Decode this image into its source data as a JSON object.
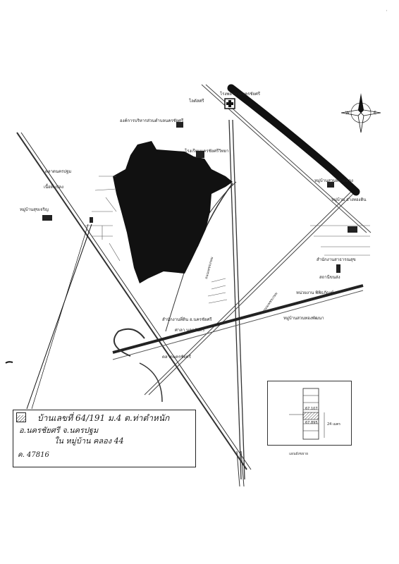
{
  "map": {
    "landmark_labels": [
      "โรงพยาบาลนครชัยศรี",
      "โลตัสศรี",
      "องค์การบริหารส่วนตำบลนครชัยศรี",
      "โรงเรียนนครชัยศรีวิทยา",
      "ตลาดนครปฐม",
      "เนื้อที่แปลง",
      "หมู่บ้านสุขเจริญ",
      "หมู่บ้านสวนทรายทอง",
      "หมู่บ้าน อ่างทองดิน",
      "สำนักงานสาธารณสุข",
      "สถานีขนส่ง",
      "สำนักงานที่ดิน อ.นครชัยศรี",
      "ศาลา นครชัยศรี",
      "หมู่บ้านสวนทองพัฒนา",
      "หน่วยงาน พิพิธภัณฑ์",
      "ตลาดนครชัยศรี",
      "ถนนเพชรเกษม",
      "ถนนเพชรเกษม"
    ],
    "compass": {
      "north": "N",
      "east": "E",
      "west": "W",
      "icon": "compass-rose-icon"
    },
    "hospital_icon": "hospital-cross-icon"
  },
  "legend": {
    "line1": "บ้านเลขที่ 64/191 ม.4 ต.ท่าตำหนัก",
    "line2": "อ.นครชัยศรี จ.นครปฐม",
    "line3": "ใน หมู่บ้าน คลอง 44",
    "line4": "ค. 47816",
    "swatch_icon": "hatched-parcel-icon"
  },
  "inset": {
    "label_top": "67.107",
    "label_bottom": "67.895",
    "side_label": "24 เมตร",
    "caption": "แผนผังขยาย"
  },
  "colors": {
    "ink": "#111111",
    "paper": "#ffffff",
    "road": "#333333"
  }
}
